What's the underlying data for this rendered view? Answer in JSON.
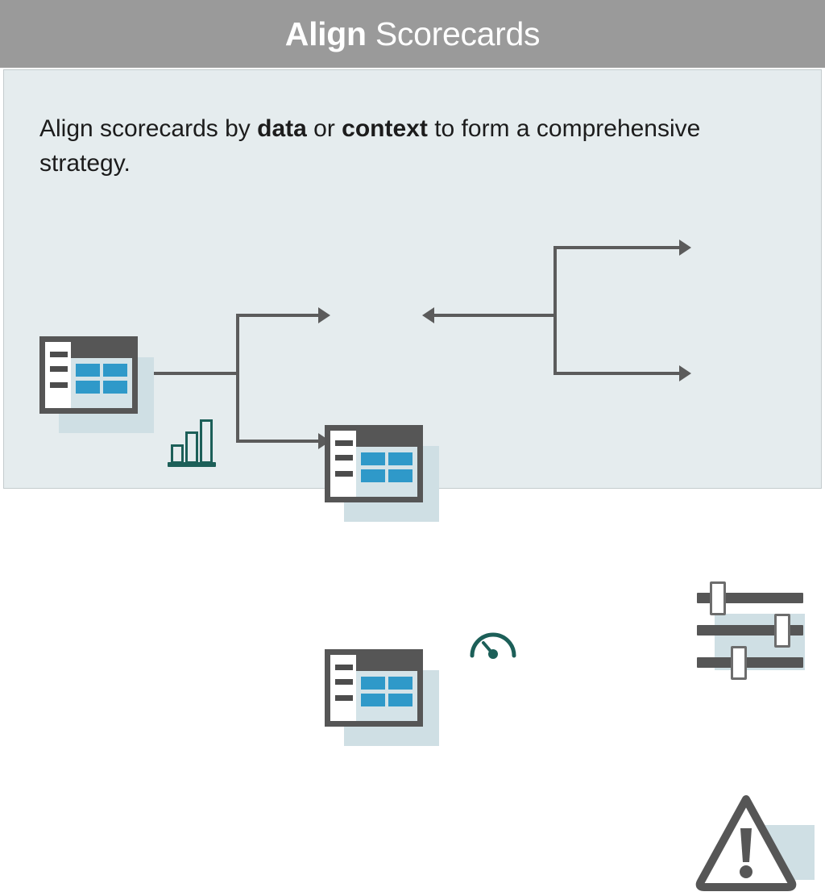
{
  "header": {
    "title_bold": "Align",
    "title_rest": " Scorecards",
    "background_color": "#9a9a9a",
    "text_color": "#ffffff"
  },
  "body": {
    "background_color": "#e5ecee",
    "border_color": "#c3cbcd",
    "lede": {
      "part1": "Align scorecards by ",
      "bold1": "data",
      "part2": " or ",
      "bold2": "context",
      "part3": " to form a comprehensive strategy."
    }
  },
  "palette": {
    "accent_blue": "#2f99c9",
    "panel_blue": "#d4e3e8",
    "shadow_blue": "#cfdfe4",
    "dark_gray": "#565656",
    "line_gray": "#5b5b5b",
    "teal": "#1c5f58"
  },
  "diagram": {
    "nodes": [
      {
        "id": "scorecard-master",
        "type": "scorecard",
        "label": "Master scorecard",
        "position": "left"
      },
      {
        "id": "scorecard-upper",
        "type": "scorecard",
        "label": "Upper branch scorecard",
        "position": "center-top"
      },
      {
        "id": "scorecard-lower",
        "type": "scorecard",
        "label": "Lower branch scorecard",
        "position": "center-bottom"
      },
      {
        "id": "sliders",
        "type": "sliders",
        "label": "Data alignment sliders",
        "position": "right-top",
        "handle_positions": [
          "left",
          "right",
          "center-left"
        ]
      },
      {
        "id": "warning",
        "type": "warning-triangle",
        "label": "Context alert",
        "position": "right-bottom"
      }
    ],
    "icons": [
      {
        "id": "bar-chart",
        "label": "Data bar chart",
        "bars": [
          3,
          2,
          1
        ]
      },
      {
        "id": "gauge",
        "label": "Context gauge"
      }
    ],
    "connectors": [
      {
        "id": "conn-left",
        "direction": "left",
        "label": "Branch results back to master scorecard"
      },
      {
        "id": "conn-branch-up",
        "direction": "right",
        "label": "Master to upper scorecard"
      },
      {
        "id": "conn-branch-down",
        "direction": "right",
        "label": "Master to lower scorecard"
      },
      {
        "id": "conn-context-in",
        "direction": "left",
        "label": "Context feeds upper scorecard"
      },
      {
        "id": "conn-to-sliders",
        "direction": "right",
        "label": "Branch to sliders"
      },
      {
        "id": "conn-to-warning",
        "direction": "right",
        "label": "Branch to alert"
      }
    ]
  }
}
